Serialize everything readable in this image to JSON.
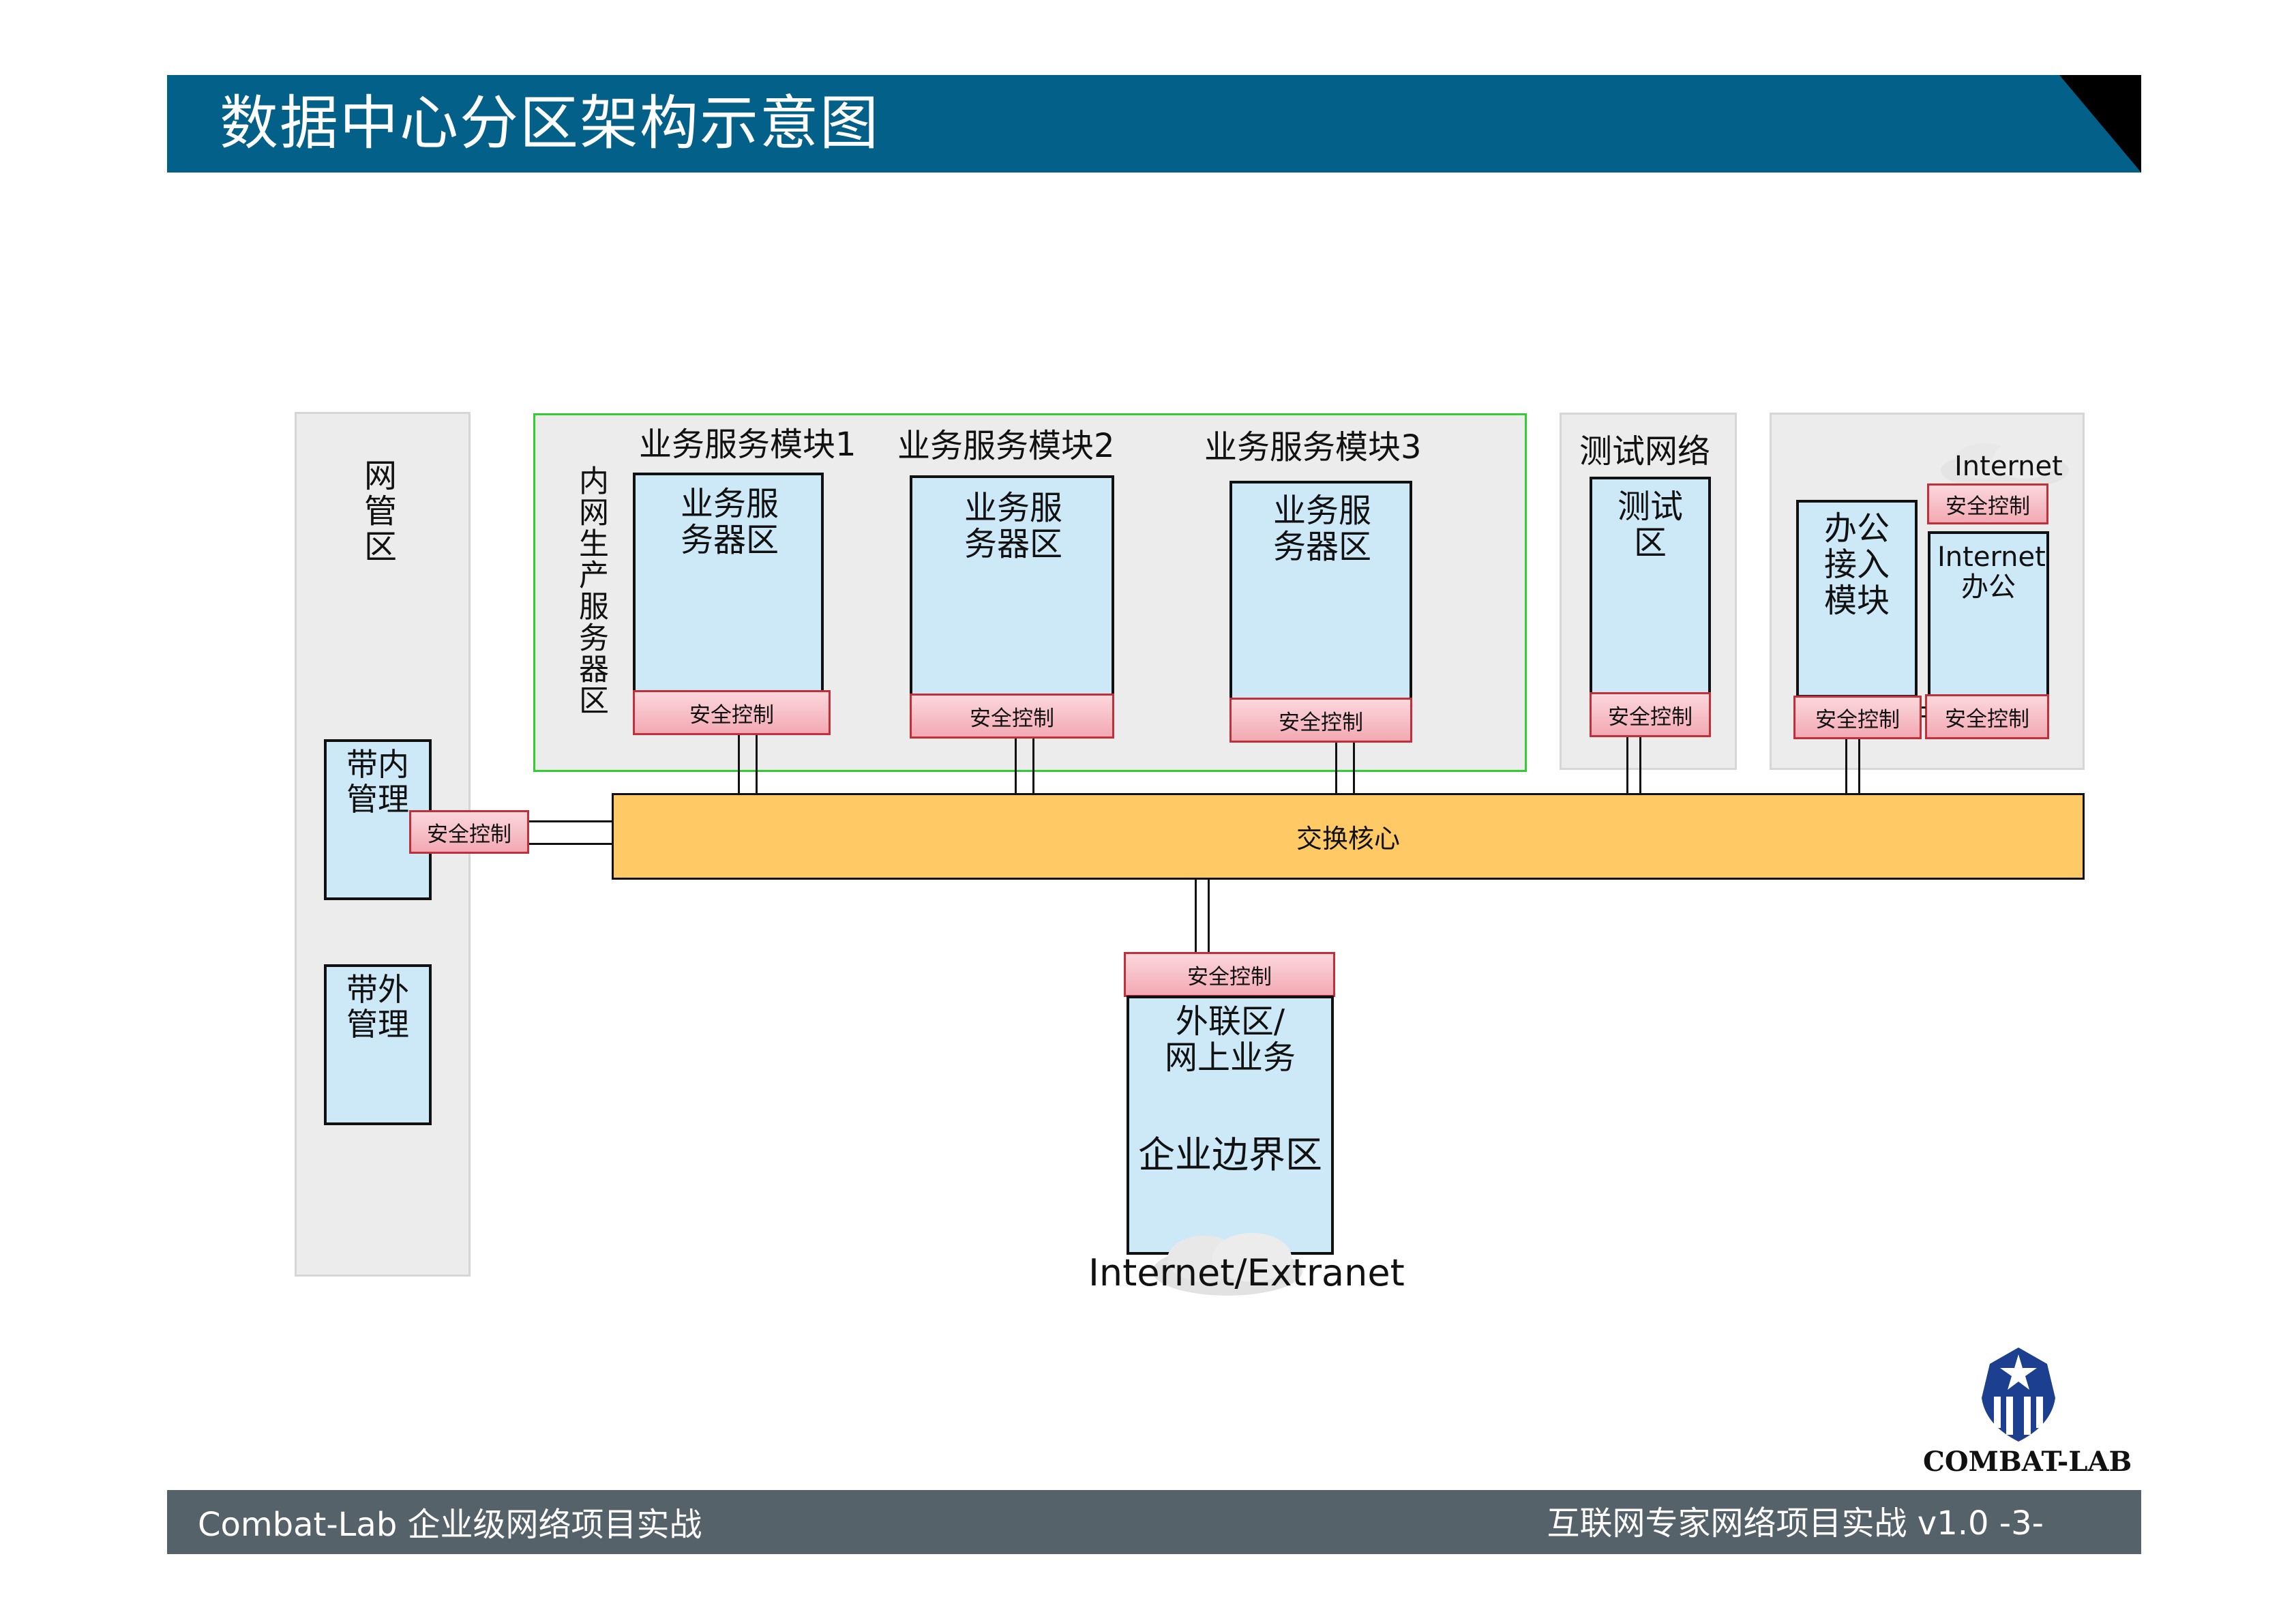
{
  "title": "数据中心分区架构示意图",
  "footer": {
    "left": "Combat-Lab 企业级网络项目实战",
    "right": "互联网专家网络项目实战  v1.0  -3-"
  },
  "logo": {
    "text": "COMBAT-LAB",
    "icon": "shield-star-icon"
  },
  "colors": {
    "header": "#036088",
    "footer": "#55626a",
    "zone": "#ececec",
    "box": "#cde9f8",
    "security": "#f3a9b3",
    "core": "#ffca66",
    "green_border": "#33cc33"
  },
  "diagram": {
    "mgmt_zone": {
      "label": "网管区",
      "inband": "带内管理",
      "outband": "带外管理",
      "security": "安全控制"
    },
    "intranet_zone": {
      "label": "内网生产服务器区",
      "modules": [
        {
          "title": "业务服务模块1",
          "box": "业务服务器区",
          "security": "安全控制"
        },
        {
          "title": "业务服务模块2",
          "box": "业务服务器区",
          "security": "安全控制"
        },
        {
          "title": "业务服务模块3",
          "box": "业务服务器区",
          "security": "安全控制"
        }
      ]
    },
    "test_zone": {
      "title": "测试网络",
      "box": "测试区",
      "security": "安全控制"
    },
    "office_zone": {
      "access_box": "办公接入模块",
      "access_security": "安全控制",
      "cloud": "Internet",
      "cloud_security": "安全控制",
      "office_box": "Internet办公",
      "office_security": "安全控制"
    },
    "core": "交换核心",
    "edge_zone": {
      "security": "安全控制",
      "box_top": "外联区/网上业务",
      "box_main": "企业边界区",
      "cloud": "Internet/Extranet"
    }
  }
}
